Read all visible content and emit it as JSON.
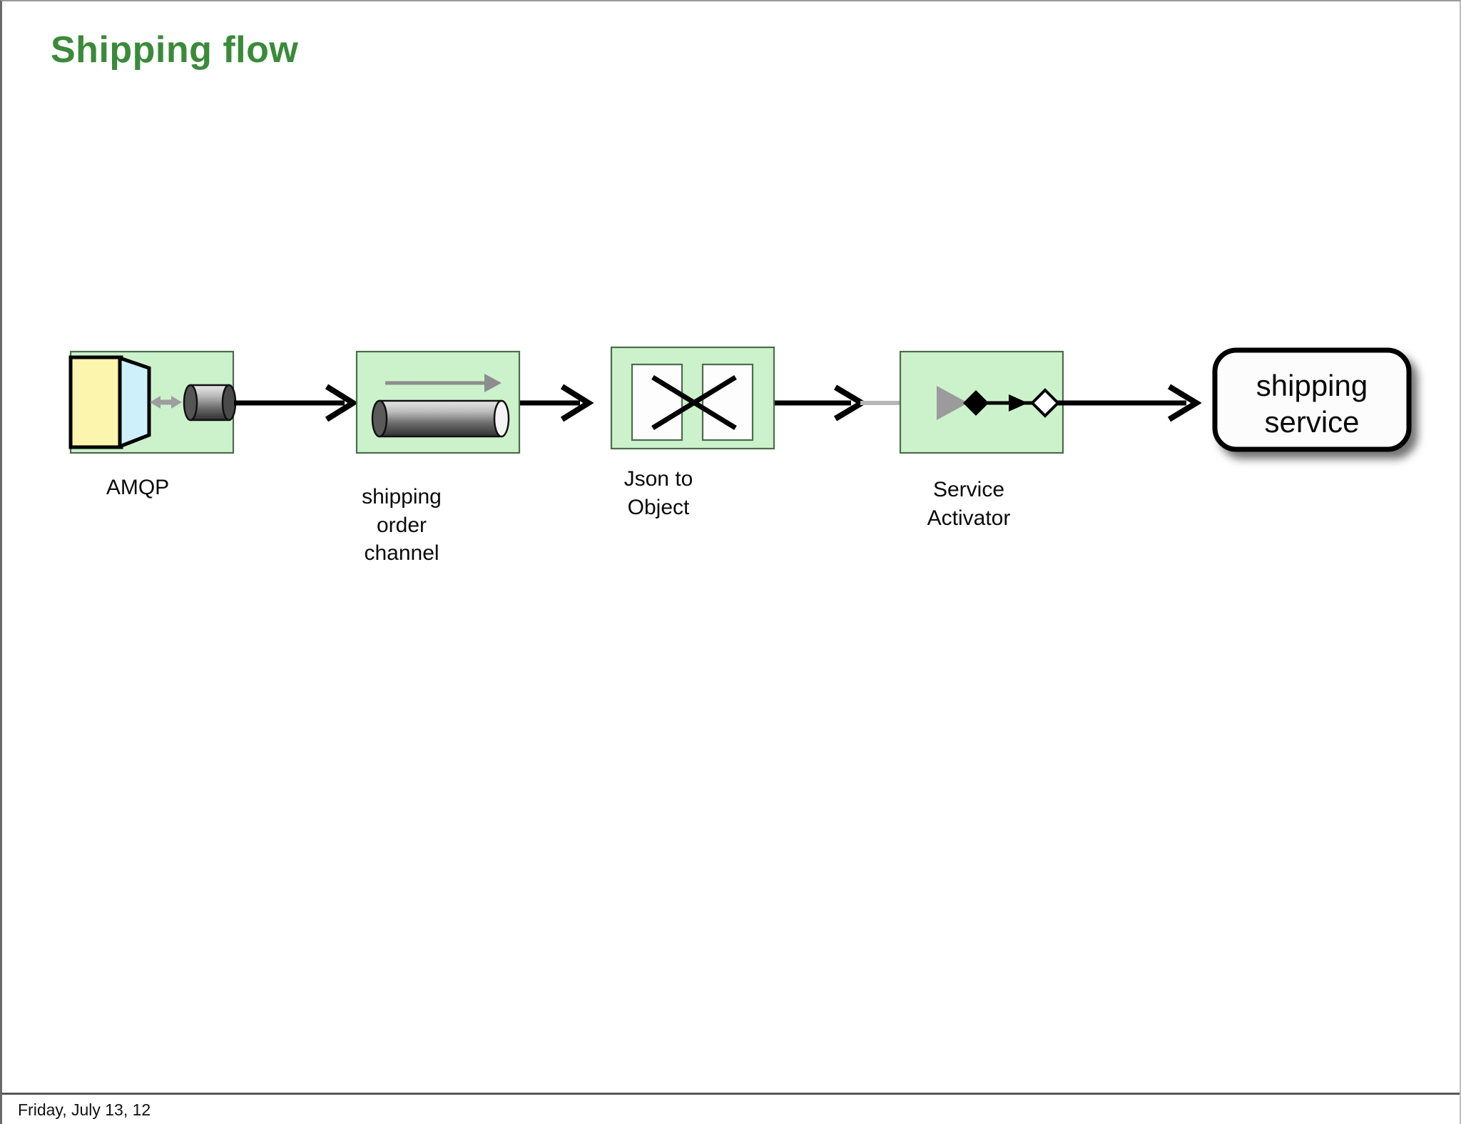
{
  "slide": {
    "title": "Shipping flow",
    "footer_date": "Friday, July 13, 12",
    "background_color": "#ffffff",
    "title_color": "#3a8a3a"
  },
  "diagram": {
    "type": "enterprise-integration-pipeline",
    "palette": {
      "node_fill": "#ccf2cc",
      "node_stroke": "#4d6b4d",
      "adapter_yellow": "#fbf5ae",
      "adapter_blue": "#cdf0fb",
      "pipe_light": "#d9d9d9",
      "pipe_dark": "#3d3d3d",
      "connector_black": "#000000",
      "connector_gray": "#b3b3b3",
      "service_fill": "#fcfcfc",
      "service_stroke": "#000000"
    },
    "nodes": [
      {
        "id": "amqp",
        "label": "AMQP",
        "icon": "channel-adapter-icon",
        "shape": "green-box"
      },
      {
        "id": "shipping-order-channel",
        "label": "shipping\norder\nchannel",
        "icon": "pipe-channel-icon",
        "shape": "green-box"
      },
      {
        "id": "json-to-object",
        "label": "Json to\nObject",
        "icon": "message-translator-icon",
        "shape": "green-box"
      },
      {
        "id": "service-activator",
        "label": "Service\nActivator",
        "icon": "service-activator-icon",
        "shape": "green-box"
      },
      {
        "id": "shipping-service",
        "label": "shipping\nservice",
        "icon": "none",
        "shape": "rounded-rect-shadow"
      }
    ],
    "connectors": [
      {
        "from": "amqp",
        "to": "shipping-order-channel",
        "style": "solid-black-arrow"
      },
      {
        "from": "shipping-order-channel",
        "to": "json-to-object",
        "style": "solid-black-arrow"
      },
      {
        "from": "json-to-object",
        "to": "service-activator",
        "style": "black-arrow-then-gray-line"
      },
      {
        "from": "service-activator",
        "to": "shipping-service",
        "style": "solid-black-arrow"
      }
    ]
  }
}
